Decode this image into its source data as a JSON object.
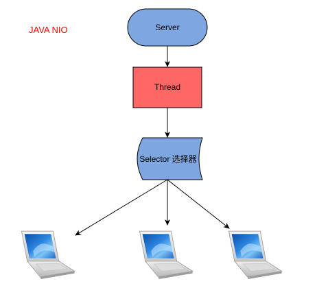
{
  "title": {
    "text": "JAVA NIO",
    "color": "#ff0000"
  },
  "nodes": {
    "server": {
      "label": "Server",
      "fill": "#7ea6e0",
      "shape": "terminator"
    },
    "thread": {
      "label": "Thread",
      "fill": "#ff6666",
      "shape": "rectangle"
    },
    "selector": {
      "label": "Selector 选择器",
      "fill": "#7ea6e0",
      "shape": "stored-data"
    }
  },
  "clients": [
    {
      "icon": "laptop-icon"
    },
    {
      "icon": "laptop-icon"
    },
    {
      "icon": "laptop-icon"
    }
  ],
  "edges": [
    {
      "from": "server",
      "to": "thread"
    },
    {
      "from": "thread",
      "to": "selector"
    },
    {
      "from": "selector",
      "to": "client-1"
    },
    {
      "from": "selector",
      "to": "client-2"
    },
    {
      "from": "selector",
      "to": "client-3"
    }
  ]
}
